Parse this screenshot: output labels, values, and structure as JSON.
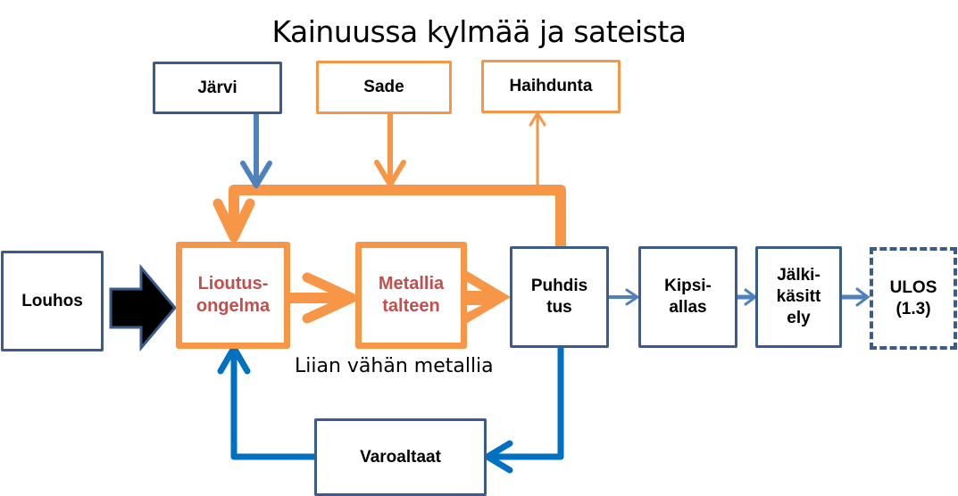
{
  "title": "Kainuussa kylmää ja sateista",
  "note": "Liian vähän metallia",
  "colors": {
    "blue_border": "#3b5b8a",
    "orange": "#f79646",
    "red_text": "#c0504d",
    "water_blue": "#4f81bd",
    "loop_blue": "#0070c0"
  },
  "nodes": {
    "jarvi": "Järvi",
    "sade": "Sade",
    "haihdunta": "Haihdunta",
    "louhos": "Louhos",
    "lioutus": "Lioutus-\nongelma",
    "metallia": "Metallia\ntalteen",
    "puhdistus": "Puhdis\ntus",
    "kipsiallas": "Kipsi-\nallas",
    "jalkikasittely": "Jälki-\nkäsitt\nely",
    "ulos": "ULOS\n(1.3)",
    "varoaltaat": "Varoaltaat"
  }
}
